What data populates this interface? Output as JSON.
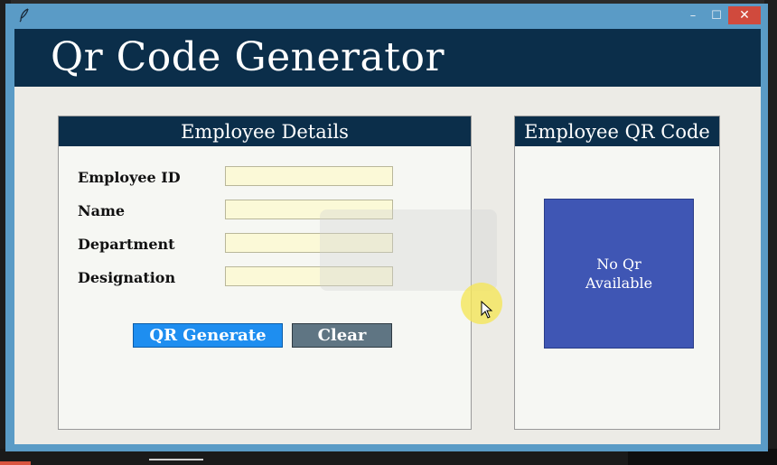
{
  "window": {
    "icon": "feather-icon",
    "controls": {
      "minimize": "–",
      "maximize": "☐",
      "close": "✕"
    }
  },
  "banner": {
    "title": "Qr Code Generator"
  },
  "details": {
    "header": "Employee Details",
    "fields": [
      {
        "label": "Employee ID",
        "value": ""
      },
      {
        "label": "Name",
        "value": ""
      },
      {
        "label": "Department",
        "value": ""
      },
      {
        "label": "Designation",
        "value": ""
      }
    ],
    "buttons": {
      "generate": "QR Generate",
      "clear": "Clear"
    }
  },
  "qr": {
    "header": "Employee QR Code",
    "placeholder_line1": "No Qr",
    "placeholder_line2": "Available"
  },
  "colors": {
    "banner_bg": "#0b2e4a",
    "window_frame": "#5a9bc6",
    "input_bg": "#fbf9d7",
    "generate_button": "#1e8ef0",
    "clear_button": "#5f7583",
    "qr_placeholder": "#3f56b4",
    "close_button": "#d04a3d"
  }
}
